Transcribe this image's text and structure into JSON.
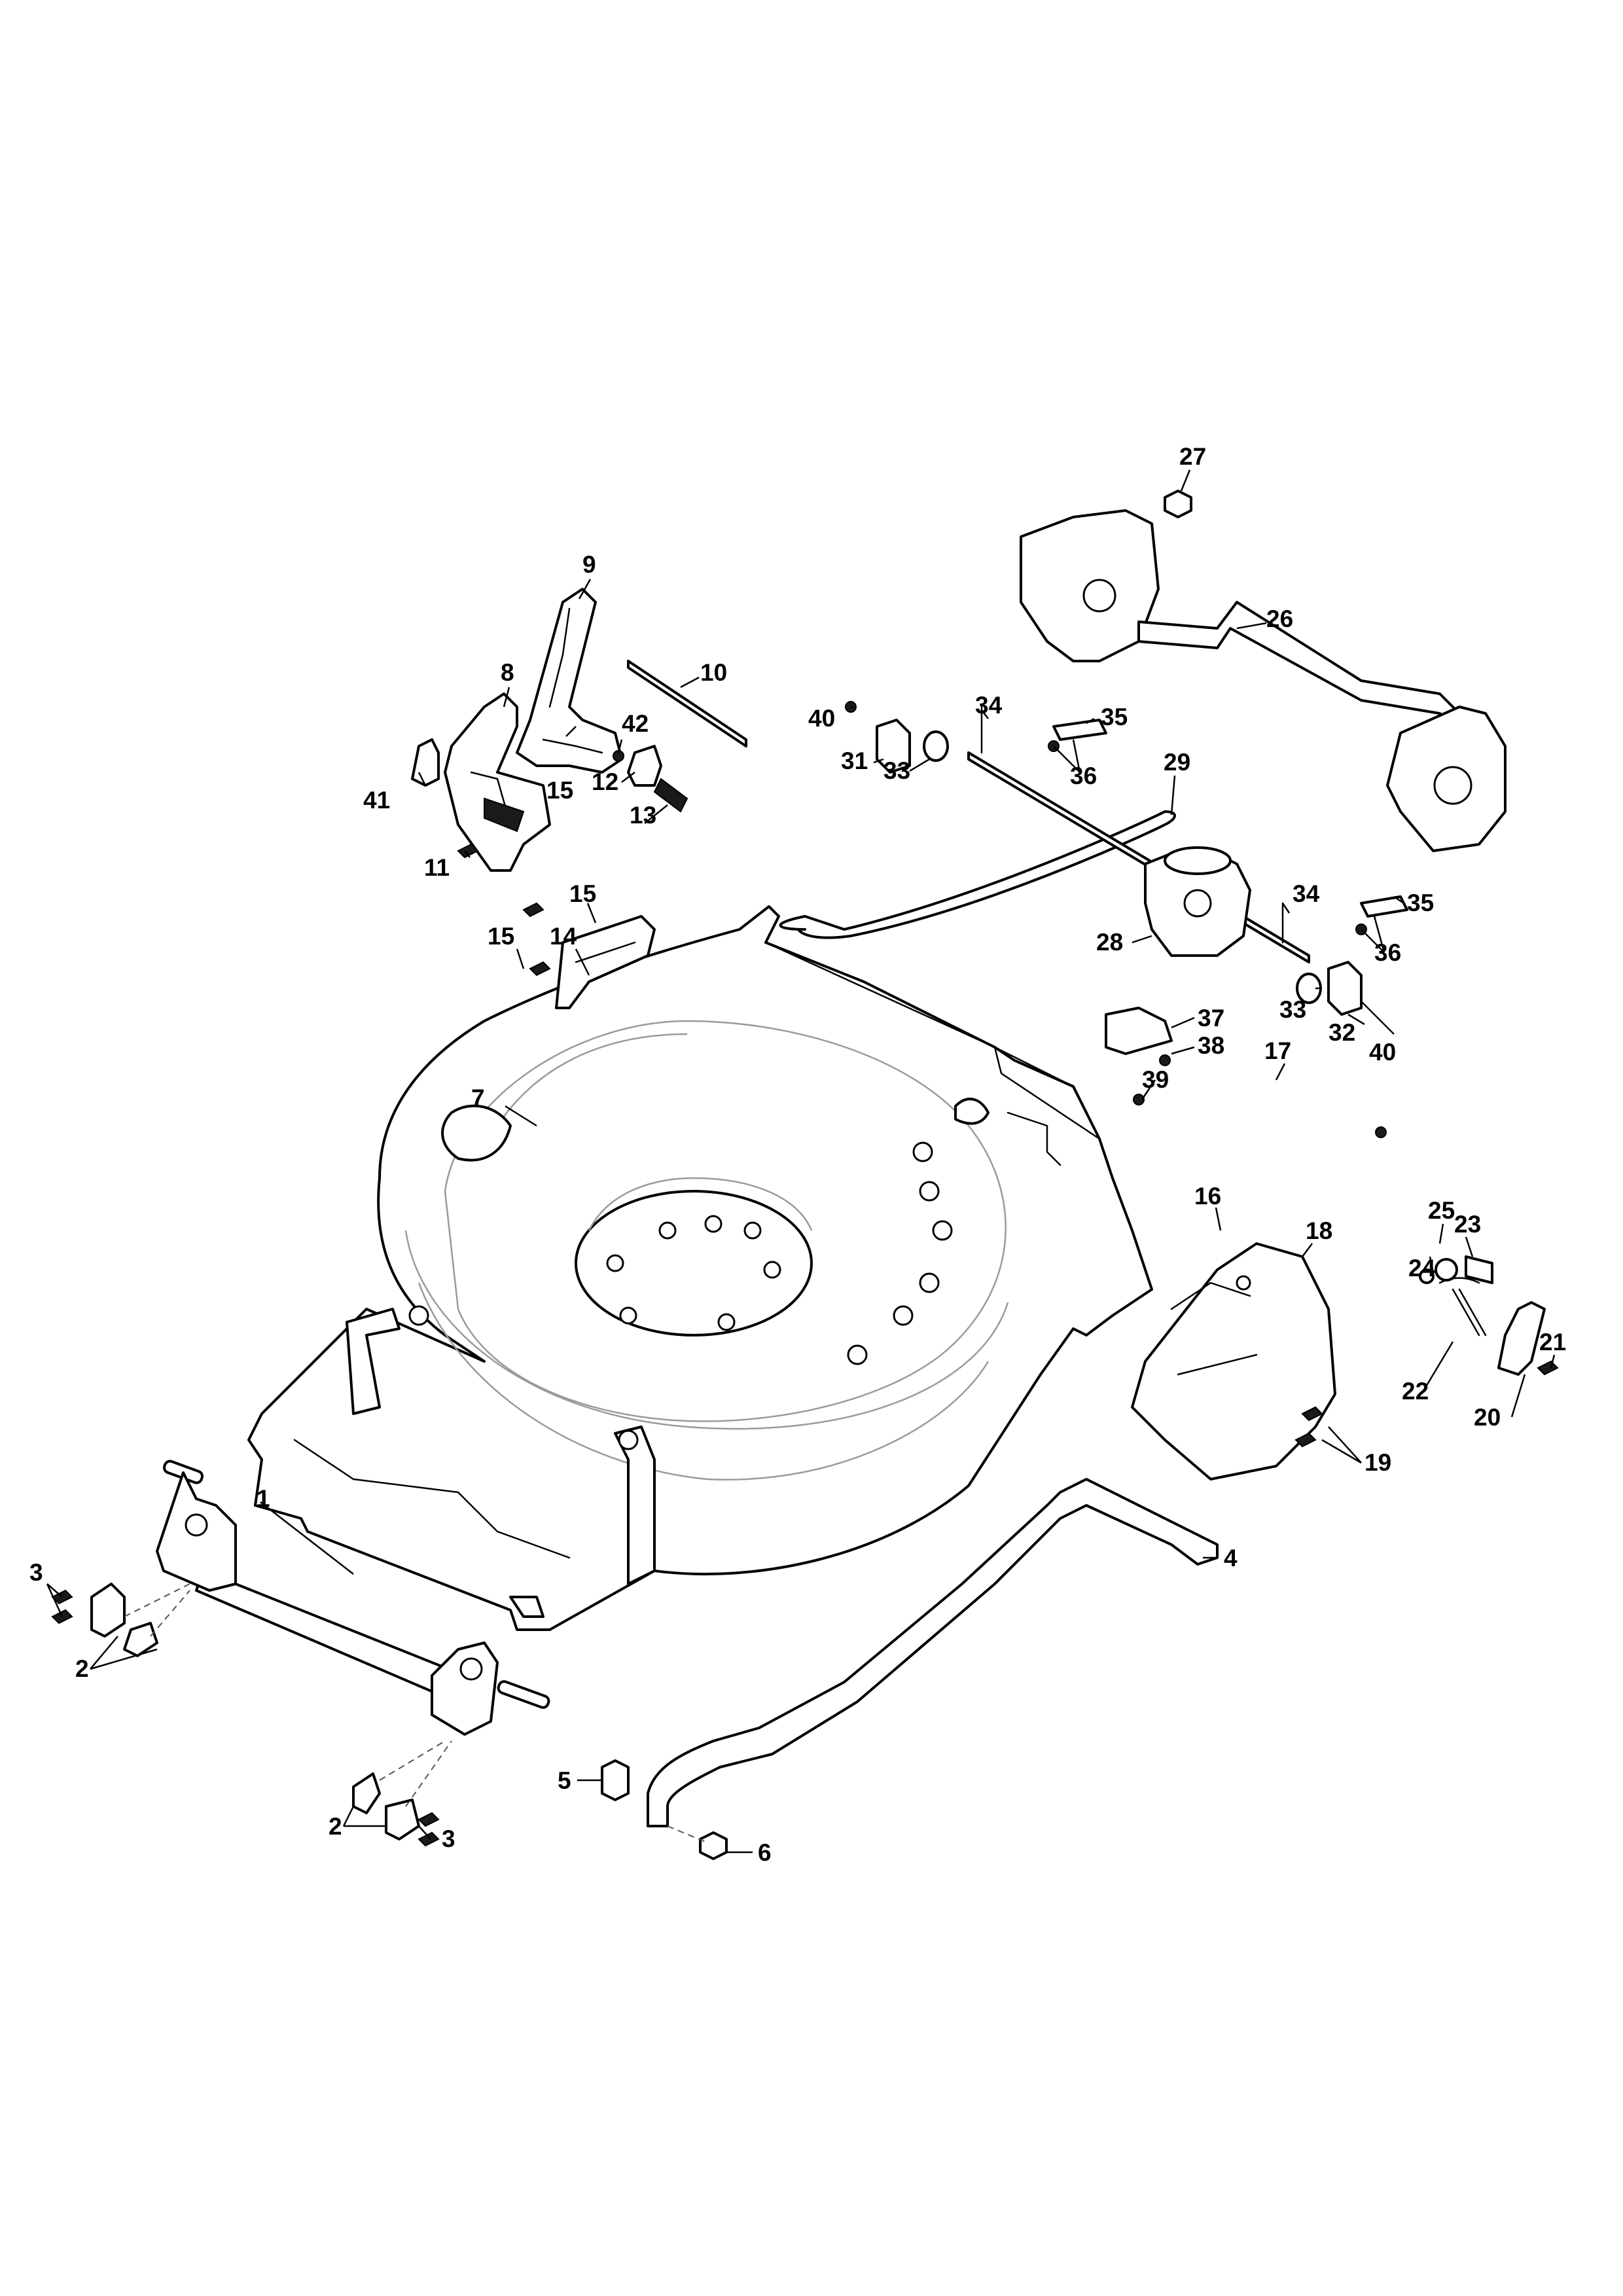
{
  "callouts": [
    {
      "n": "1"
    },
    {
      "n": "2"
    },
    {
      "n": "2"
    },
    {
      "n": "3"
    },
    {
      "n": "3"
    },
    {
      "n": "4"
    },
    {
      "n": "5"
    },
    {
      "n": "6"
    },
    {
      "n": "7"
    },
    {
      "n": "8"
    },
    {
      "n": "9"
    },
    {
      "n": "10"
    },
    {
      "n": "11"
    },
    {
      "n": "12"
    },
    {
      "n": "13"
    },
    {
      "n": "14"
    },
    {
      "n": "15"
    },
    {
      "n": "15"
    },
    {
      "n": "15"
    },
    {
      "n": "16"
    },
    {
      "n": "17"
    },
    {
      "n": "18"
    },
    {
      "n": "19"
    },
    {
      "n": "20"
    },
    {
      "n": "21"
    },
    {
      "n": "22"
    },
    {
      "n": "23"
    },
    {
      "n": "24"
    },
    {
      "n": "25"
    },
    {
      "n": "26"
    },
    {
      "n": "27"
    },
    {
      "n": "28"
    },
    {
      "n": "29"
    },
    {
      "n": "31"
    },
    {
      "n": "32"
    },
    {
      "n": "33"
    },
    {
      "n": "33"
    },
    {
      "n": "34"
    },
    {
      "n": "34"
    },
    {
      "n": "35"
    },
    {
      "n": "35"
    },
    {
      "n": "36"
    },
    {
      "n": "36"
    },
    {
      "n": "37"
    },
    {
      "n": "38"
    },
    {
      "n": "39"
    },
    {
      "n": "40"
    },
    {
      "n": "40"
    },
    {
      "n": "41"
    },
    {
      "n": "42"
    }
  ]
}
